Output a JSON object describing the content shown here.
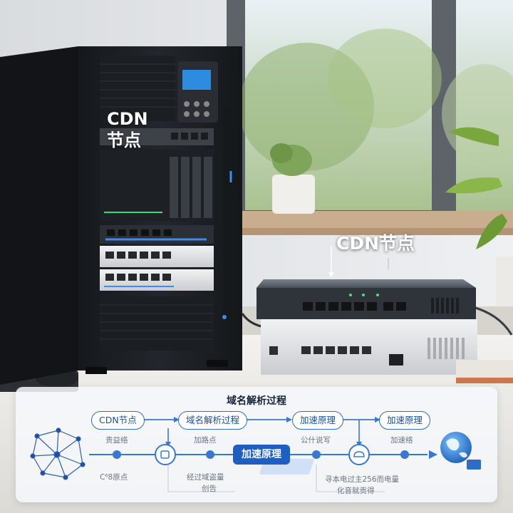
{
  "labels": {
    "rack_line1": "CDN",
    "rack_line2": "节点",
    "switch_label": "CDN节点"
  },
  "diagram": {
    "title": "域名解析过程",
    "top_pills": [
      "CDN节点",
      "域名解析过程",
      "加速原理",
      "加速原理"
    ],
    "main_pill": "加速原理",
    "notes": {
      "under_pill1": "贵益络",
      "bottom_left": "C⁶8原点",
      "mid1": "加路点",
      "mid_bottom1": "经过域盗量",
      "mid_bottom2": "创告",
      "mid2": "公什说写",
      "right_bottom1": "寻本电过主256而电量",
      "right_bottom2": "化音就贡得",
      "right_mid": "加速络"
    }
  },
  "colors": {
    "accent": "#1f5fc2",
    "line": "#3a78d0"
  }
}
